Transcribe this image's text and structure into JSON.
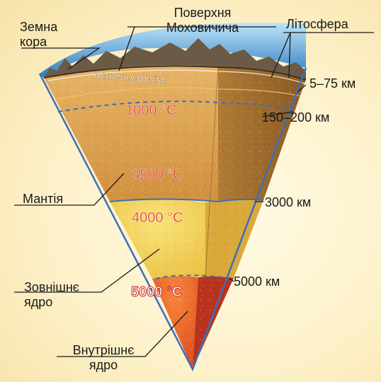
{
  "labels": {
    "surface_moho": "Поверхня\nМоховичича",
    "crust": "Земна\nкора",
    "lithosphere": "Літосфера",
    "asthenosphere": "Астеносфера",
    "mantle": "Мантія",
    "outer_core": "Зовнішнє\nядро",
    "inner_core": "Внутрішнє\nядро"
  },
  "depths": {
    "d1": "5–75 км",
    "d2": "150–200 км",
    "d3": "3000 км",
    "d4": "5000 км"
  },
  "temperatures": {
    "t1": "1000 °C",
    "t2": "3500 °C",
    "t3": "4000 °C",
    "t4": "5000 °C"
  },
  "colors": {
    "ocean": "#2f83c8",
    "crust": "#7a6a55",
    "mantle": "#d69b45",
    "mantle_cut": "#9c6a2c",
    "outer_core": "#f3d35a",
    "inner_core": "#e9672a",
    "temp_text": "#e0282c"
  }
}
